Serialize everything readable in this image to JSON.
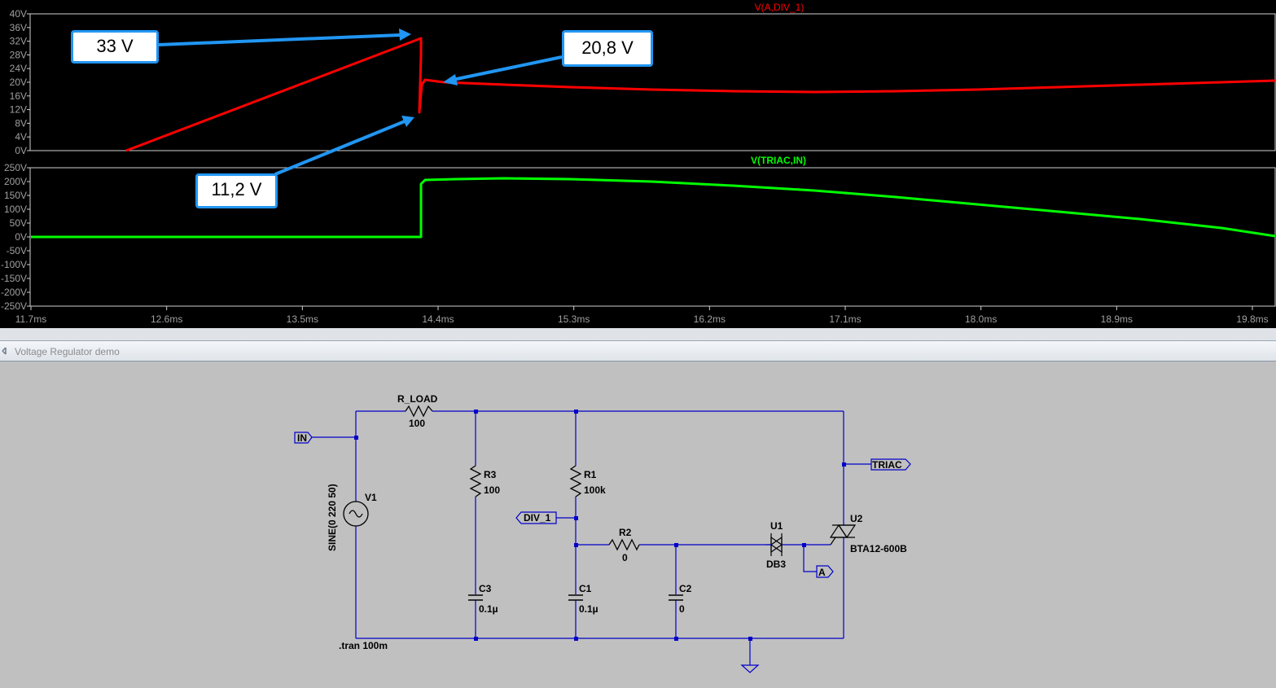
{
  "plot": {
    "upper_pane": {
      "trace_label": "V(A,DIV_1)",
      "trace_color": "#ff0000",
      "y_ticks": [
        "40V",
        "36V",
        "32V",
        "28V",
        "24V",
        "20V",
        "16V",
        "12V",
        "8V",
        "4V",
        "0V"
      ]
    },
    "lower_pane": {
      "trace_label": "V(TRIAC,IN)",
      "trace_color": "#00ff00",
      "y_ticks": [
        "250V",
        "200V",
        "150V",
        "100V",
        "50V",
        "0V",
        "-50V",
        "-100V",
        "-150V",
        "-200V",
        "-250V"
      ]
    },
    "x_ticks": [
      "11.7ms",
      "12.6ms",
      "13.5ms",
      "14.4ms",
      "15.3ms",
      "16.2ms",
      "17.1ms",
      "18.0ms",
      "18.9ms",
      "19.8ms"
    ],
    "background": "#000000",
    "axis_text_color": "#a0a0a0"
  },
  "annotations": {
    "peak": "33 V",
    "settle": "20,8 V",
    "dip": "11,2 V",
    "arrow_color": "#2196f3"
  },
  "schematic_window": {
    "title": "Voltage Regulator demo"
  },
  "schematic": {
    "wire_color": "#0000c8",
    "text_color": "#000000",
    "labels": {
      "r_load_name": "R_LOAD",
      "r_load_value": "100",
      "in_label": "IN",
      "v1_name": "V1",
      "v1_value": "SINE(0 220 50)",
      "r3_name": "R3",
      "r3_value": "100",
      "r1_name": "R1",
      "r1_value": "100k",
      "div1_label": "DIV_1",
      "r2_name": "R2",
      "r2_value": "0",
      "c3_name": "C3",
      "c3_value": "0.1µ",
      "c1_name": "C1",
      "c1_value": "0.1µ",
      "c2_name": "C2",
      "c2_value": "0",
      "u1_name": "U1",
      "u1_value": "DB3",
      "u2_name": "U2",
      "u2_value": "BTA12-600B",
      "triac_label": "TRIAC",
      "a_label": "A",
      "directive": ".tran 100m"
    }
  }
}
